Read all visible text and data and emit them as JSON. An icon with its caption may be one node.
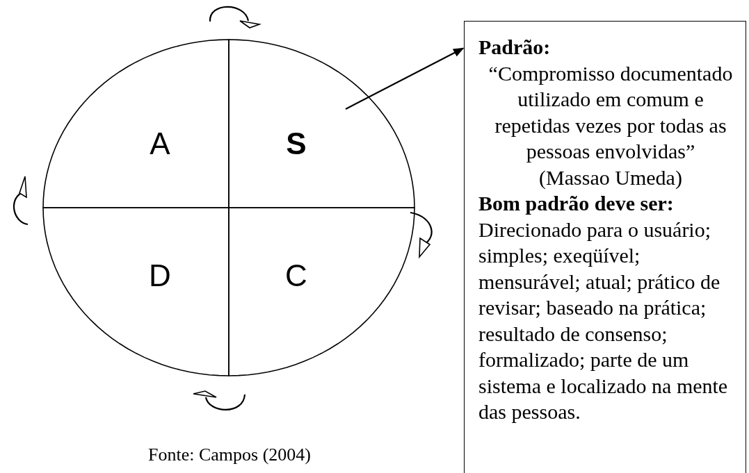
{
  "diagram": {
    "caption": "Fonte: Campos (2004)",
    "nodes": [
      {
        "text": [
          "A"
        ]
      },
      {
        "text": [
          "S"
        ]
      },
      {
        "text": [
          "D"
        ]
      },
      {
        "text": [
          "C"
        ]
      },
      {
        "text": [
          "Padrão:",
          "“Compromisso documentado utilizado em comum e repetidas vezes por todas as pessoas envolvidas”",
          "(Massao Umeda)",
          "Bom padrão deve ser:",
          "Direcionado para o usuário; simples; exeqüível; mensurável; atual; prático de revisar; baseado na prática; resultado de consenso; formalizado; parte de um sistema e localizado na mente das pessoas."
        ]
      }
    ],
    "edges": [
      {
        "from": 1,
        "to": 4,
        "arrow": "to"
      }
    ]
  }
}
